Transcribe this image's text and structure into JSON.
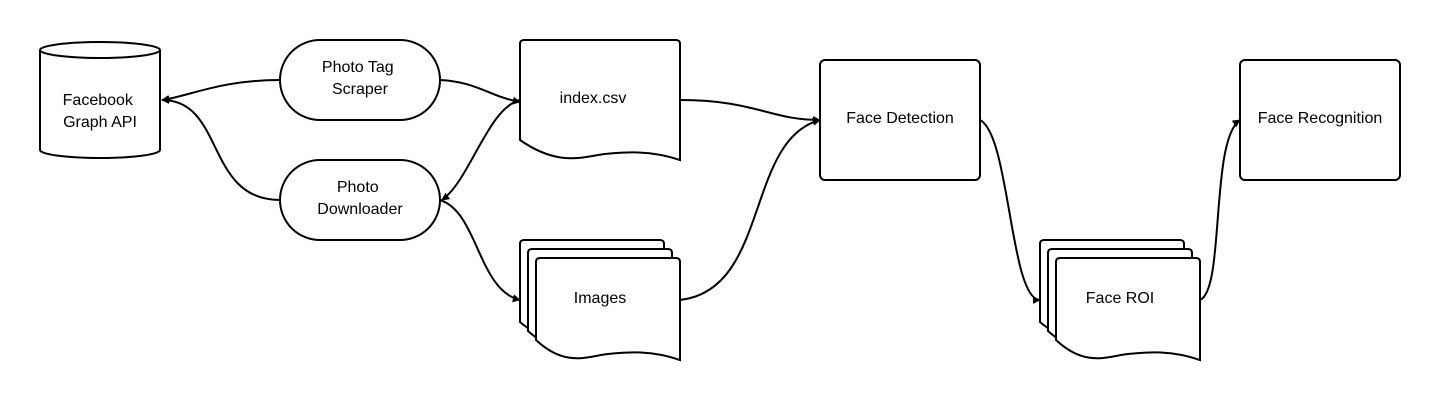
{
  "nodes": {
    "facebook_api": {
      "line1": "Facebook",
      "line2": "Graph API"
    },
    "photo_tag_scraper": {
      "line1": "Photo Tag",
      "line2": "Scraper"
    },
    "photo_downloader": {
      "line1": "Photo",
      "line2": "Downloader"
    },
    "index_csv": {
      "label": "index.csv"
    },
    "images": {
      "label": "Images"
    },
    "face_detection": {
      "label": "Face Detection"
    },
    "face_roi": {
      "label": "Face ROI"
    },
    "face_recognition": {
      "label": "Face Recognition"
    }
  },
  "colors": {
    "stroke": "#000000",
    "fill": "#ffffff"
  }
}
